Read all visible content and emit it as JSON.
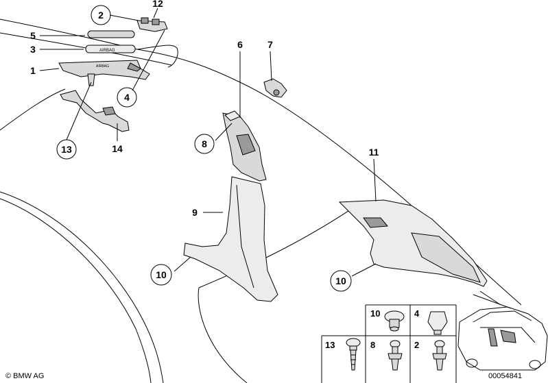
{
  "callouts": {
    "c1": "1",
    "c2": "2",
    "c3": "3",
    "c4": "4",
    "c5": "5",
    "c6": "6",
    "c7": "7",
    "c8": "8",
    "c9": "9",
    "c10a": "10",
    "c10b": "10",
    "c11": "11",
    "c12": "12",
    "c13": "13",
    "c14": "14"
  },
  "legend": {
    "l10": "10",
    "l4": "4",
    "l13": "13",
    "l8": "8",
    "l2": "2"
  },
  "strip_text": {
    "airbag": "AIRBAG",
    "trim_print": "AIRBAG"
  },
  "footer": {
    "copyright": "© BMW AG",
    "ref": "00054841"
  }
}
